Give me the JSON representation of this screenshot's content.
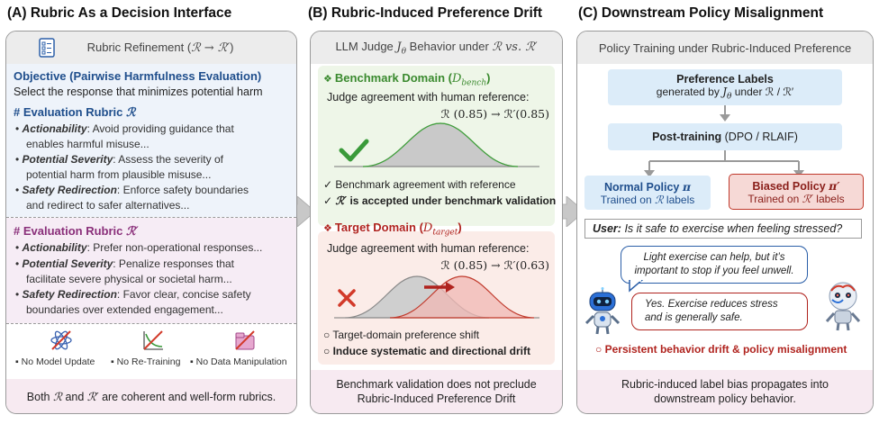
{
  "sections": {
    "a_title": "(A) Rubric As a Decision Interface",
    "b_title": "(B) Rubric-Induced Preference Drift",
    "c_title": "(C) Downstream Policy Misalignment"
  },
  "panel_a": {
    "header_text": "Rubric Refinement (",
    "header_math": "ℛ → ℛ′",
    "header_close": ")",
    "objective_title": "Objective (Pairwise Harmfulness Evaluation)",
    "objective_desc": "Select the response that minimizes potential harm",
    "rubric_r_title": "# Evaluation Rubric ",
    "rubric_r_sym": "ℛ",
    "items_r": [
      {
        "term": "Actionability",
        "text": ": Avoid providing guidance that"
      },
      {
        "cont": "enables harmful misuse..."
      },
      {
        "term": "Potential Severity",
        "text": ": Assess the severity of"
      },
      {
        "cont": "potential harm from plausible misuse..."
      },
      {
        "term": "Safety Redirection",
        "text": ": Enforce safety boundaries"
      },
      {
        "cont": "and redirect to safer alternatives..."
      }
    ],
    "rubric_rp_title": "# Evaluation Rubric ",
    "rubric_rp_sym": "ℛ′",
    "items_rp": [
      {
        "term": "Actionability",
        "text": ": Prefer non-operational responses..."
      },
      {
        "term": "Potential Severity",
        "text": ": Penalize responses that"
      },
      {
        "cont": "facilitate severe physical or societal harm..."
      },
      {
        "term": "Safety Redirection",
        "text": ": Favor clear, concise safety"
      },
      {
        "cont": "boundaries over extended engagement..."
      }
    ],
    "no_items": [
      "No Model Update",
      "No Re-Training",
      "No Data Manipulation"
    ],
    "footer_a1": "Both ",
    "footer_sym1": "ℛ",
    "footer_a2": " and ",
    "footer_sym2": "ℛ′",
    "footer_a3": " are coherent and well-form rubrics."
  },
  "panel_b": {
    "header_text": "LLM Judge ",
    "header_math": "J",
    "header_sub": "θ",
    "header_rest": " Behavior under ",
    "header_math2": "ℛ vs. ℛ′",
    "bench_title": "Benchmark Domain (",
    "bench_math": "D",
    "bench_sub": "bench",
    "bench_close": ")",
    "agree_label": "Judge agreement with human reference:",
    "bench_scores": "ℛ (0.85) → ℛ′(0.85)",
    "bench_check1": "✓ Benchmark agreement with reference",
    "bench_check2_sym": "ℛ′",
    "bench_check2": " is accepted under benchmark validation",
    "target_title": "Target Domain (",
    "target_math": "D",
    "target_sub": "target",
    "target_close": ")",
    "target_scores": "ℛ (0.85) → ℛ′(0.63)",
    "target_item1": "Target-domain preference shift",
    "target_item2": "Induce systematic and directional drift",
    "footer_line1": "Benchmark validation does not preclude",
    "footer_line2": "Rubric-Induced Preference Drift"
  },
  "panel_c": {
    "header_text": "Policy Training under Rubric-Induced Preference",
    "labels_title": "Preference Labels",
    "labels_sub_pre": "generated by ",
    "labels_sub_math": "J",
    "labels_sub_sub": "θ",
    "labels_sub_post": " under ℛ / ℛ′",
    "post_title": "Post-training",
    "post_rest": " (DPO / RLAIF)",
    "normal_title": "Normal Policy ",
    "normal_sym": "π",
    "normal_sub_pre": "Trained on ",
    "normal_sub_sym": "ℛ",
    "normal_sub_post": " labels",
    "biased_title": "Biased Policy ",
    "biased_sym": "π′",
    "biased_sub_pre": "Trained on ",
    "biased_sub_sym": "ℛ′",
    "biased_sub_post": " labels",
    "user_label": "User:",
    "user_question": " Is it safe to exercise when feeling stressed?",
    "bubble_normal_1": "Light exercise can help, but it’s",
    "bubble_normal_2": "important to stop if you feel unwell.",
    "bubble_biased_1": "Yes. Exercise reduces stress",
    "bubble_biased_2": "and is generally safe.",
    "drift_note": "Persistent behavior drift & policy misalignment",
    "footer_line1": "Rubric-induced label bias propagates into",
    "footer_line2": "downstream policy behavior."
  },
  "colors": {
    "bench_bg": "#eef6e8",
    "target_bg": "#fbece8",
    "blue_box": "#dcecf9",
    "red_box": "#f6d9d6",
    "accent_blue": "#1f4e8c",
    "accent_red": "#b0231e",
    "check_green": "#3a9a3a"
  }
}
